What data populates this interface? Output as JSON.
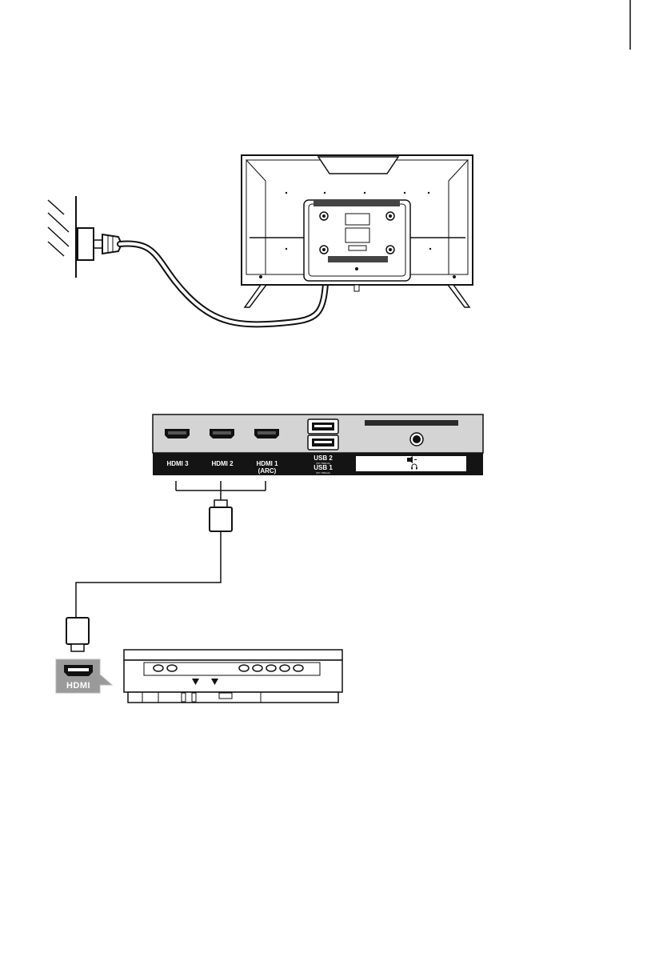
{
  "panel": {
    "hdmi3": "HDMI 3",
    "hdmi2": "HDMI 2",
    "hdmi1": "HDMI 1",
    "hdmi1_arc": "(ARC)",
    "usb2": "USB 2",
    "usb2_note": "(5V⎓500mA)",
    "usb1": "USB 1",
    "usb1_note": "(5V⎓500mA)"
  },
  "source_device": {
    "hdmi_label": "HDMI"
  },
  "colors": {
    "line": "#111111",
    "panel_grey": "#d4d4d4",
    "label_band": "#141414",
    "hdmi_badge": "#9a9a9a"
  }
}
